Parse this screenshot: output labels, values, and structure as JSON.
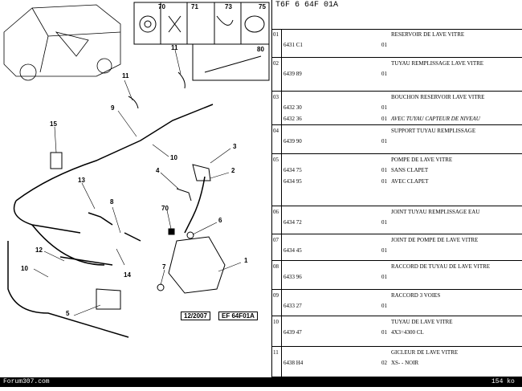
{
  "header": {
    "code": "T6F 6 64F 01A"
  },
  "diagram": {
    "callouts": [
      "1",
      "2",
      "3",
      "4",
      "5",
      "6",
      "7",
      "8",
      "9",
      "10",
      "10",
      "11",
      "11",
      "12",
      "13",
      "14",
      "15",
      "70"
    ],
    "thumbs": [
      "70",
      "71",
      "73",
      "75",
      "80"
    ],
    "date_box": "12/2007",
    "ref_box": "EF 64F01A"
  },
  "rows": [
    {
      "ref": "01",
      "code": "6431 C1",
      "qty": "01",
      "desc": "RESERVOIR DE LAVE VITRE",
      "sub": []
    },
    {
      "ref": "02",
      "code": "6439 89",
      "qty": "01",
      "desc": "TUYAU REMPLISSAGE LAVE VITRE",
      "sub": []
    },
    {
      "ref": "03",
      "code": "6432 30",
      "qty": "01",
      "desc": "BOUCHON RESERVOIR LAVE VITRE",
      "sub": [
        {
          "code": "6432 36",
          "qty": "01",
          "text": "AVEC TUYAU CAPTEUR DE NIVEAU"
        }
      ]
    },
    {
      "ref": "04",
      "code": "6439 90",
      "qty": "01",
      "desc": "SUPPORT TUYAU REMPLISSAGE",
      "sub": []
    },
    {
      "ref": "05",
      "code": "6434 75",
      "qty": "01",
      "desc": "POMPE DE LAVE VITRE",
      "sub": [
        {
          "code": "6434 75",
          "qty": "01",
          "text": "SANS CLAPET"
        },
        {
          "code": "6434 95",
          "qty": "01",
          "text": "AVEC CLAPET"
        }
      ]
    },
    {
      "ref": "06",
      "code": "6434 72",
      "qty": "01",
      "desc": "JOINT TUYAU REMPLISSAGE EAU",
      "sub": []
    },
    {
      "ref": "07",
      "code": "6434 45",
      "qty": "01",
      "desc": "JOINT DE POMPE DE LAVE VITRE",
      "sub": []
    },
    {
      "ref": "08",
      "code": "6433 96",
      "qty": "01",
      "desc": "RACCORD DE TUYAU DE LAVE VITRE",
      "sub": []
    },
    {
      "ref": "09",
      "code": "6433 27",
      "qty": "01",
      "desc": "RACCORD 3 VOIES",
      "sub": []
    },
    {
      "ref": "10",
      "code": "6439 47",
      "qty": "01",
      "desc": "TUYAU DE LAVE VITRE",
      "sub": [
        {
          "code": "6439 47",
          "qty": "01",
          "text": "4X3=4300 CL"
        }
      ]
    },
    {
      "ref": "11",
      "code": "6438 H4",
      "qty": "02",
      "desc": "GICLEUR DE LAVE VITRE",
      "sub": [
        {
          "code": "6438 H4",
          "qty": "02",
          "text": "XS- - NOIR"
        }
      ]
    }
  ],
  "footer": {
    "left": "Forum307.com",
    "right": "154 ko"
  }
}
